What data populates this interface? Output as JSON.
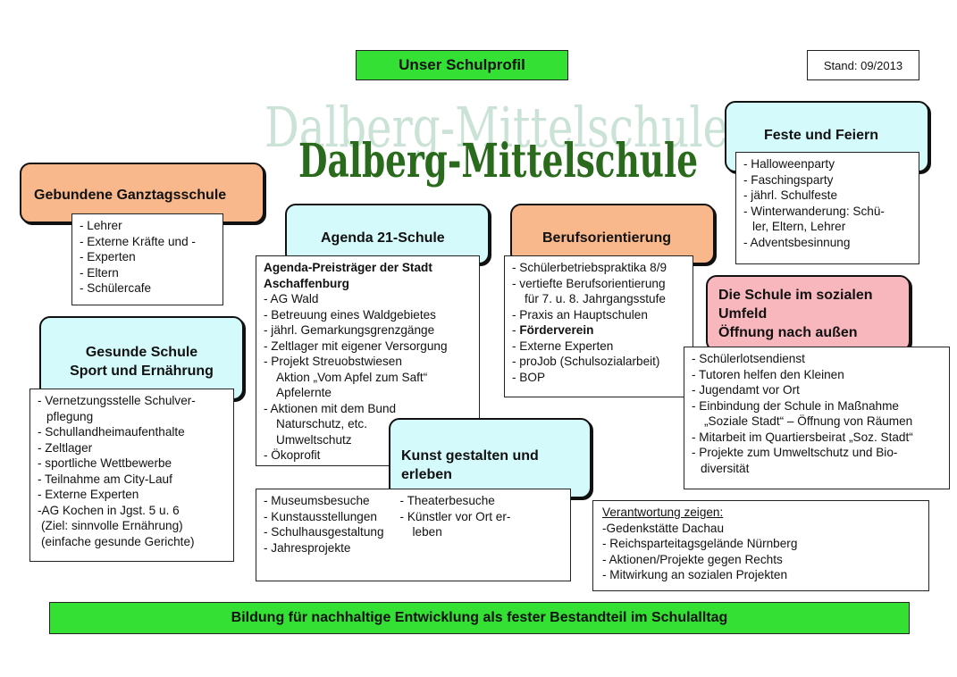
{
  "header": {
    "schulprofil": "Unser Schulprofil",
    "stand": "Stand: 09/2013",
    "title_shadow": "Dalberg-Mittelschule",
    "title": "Dalberg-Mittelschule"
  },
  "ganztag": {
    "heading": "Gebundene Ganztagsschule",
    "items": [
      "- Lehrer",
      "- Externe Kräfte und -",
      "- Experten",
      "- Eltern",
      "- Schülercafe"
    ]
  },
  "agenda": {
    "heading": "Agenda 21-Schule",
    "lead1": "Agenda-Preisträger der Stadt",
    "lead2": "Aschaffenburg",
    "items": [
      "- AG Wald",
      "- Betreuung eines Waldgebietes",
      "- jährl. Gemarkungsgrenzgänge",
      "- Zeltlager mit eigener Versorgung",
      "- Projekt Streuobstwiesen",
      "Aktion „Vom Apfel zum Saft“",
      "Apfelernte",
      "- Aktionen mit dem Bund",
      "Naturschutz, etc.",
      "Umweltschutz",
      "- Ökoprofit"
    ]
  },
  "beruf": {
    "heading": "Berufsorientierung",
    "items": [
      "- Schülerbetriebspraktika 8/9",
      "- vertiefte Berufsorientierung",
      "für 7. u. 8. Jahrgangsstufe",
      "- Praxis an Hauptschulen",
      "- ",
      "Förderverein",
      "- Externe Experten",
      "- proJob (Schulsozialarbeit)",
      "- BOP"
    ]
  },
  "feste": {
    "heading": "Feste und Feiern",
    "items": [
      "- Halloweenparty",
      "- Faschingsparty",
      "- jährl. Schulfeste",
      "- Winterwanderung: Schü-",
      "ler, Eltern, Lehrer",
      "- Adventsbesinnung"
    ]
  },
  "gesund": {
    "heading1": "Gesunde Schule",
    "heading2": "Sport und Ernährung",
    "items": [
      "- Vernetzungsstelle Schulver-",
      "pflegung",
      "- Schullandheimaufenthalte",
      "- Zeltlager",
      "- sportliche Wettbewerbe",
      "- Teilnahme am City-Lauf",
      "- Externe Experten",
      "-AG Kochen in Jgst. 5 u. 6",
      "(Ziel: sinnvolle Ernährung)",
      "(einfache gesunde Gerichte)"
    ]
  },
  "sozial": {
    "heading1": "Die Schule im sozialen",
    "heading2": "Umfeld",
    "heading3": "Öffnung nach außen",
    "items": [
      "- Schülerlotsendienst",
      "- Tutoren helfen den Kleinen",
      "- Jugendamt vor Ort",
      "- Einbindung der Schule in Maßnahme",
      "„Soziale Stadt“ – Öffnung von Räumen",
      "- Mitarbeit im Quartiersbeirat „Soz. Stadt“",
      "- Projekte zum Umweltschutz und Bio-",
      "diversität"
    ]
  },
  "kunst": {
    "heading1": "Kunst gestalten und",
    "heading2": "erleben",
    "left": [
      "- Museumsbesuche",
      "- Kunstausstellungen",
      "- Schulhausgestaltung",
      "- Jahresprojekte"
    ],
    "right": [
      "- Theaterbesuche",
      "- Künstler vor Ort er-",
      "leben"
    ]
  },
  "verantwortung": {
    "heading": "Verantwortung zeigen:",
    "items": [
      "-Gedenkstätte Dachau",
      "- Reichsparteitagsgelände Nürnberg",
      "- Aktionen/Projekte gegen Rechts",
      "- Mitwirkung an sozialen Projekten"
    ]
  },
  "footer": "Bildung für nachhaltige Entwicklung als fester Bestandteil im Schulalltag",
  "colors": {
    "green": "#33e033",
    "orange": "#f8b88b",
    "cyan": "#d4fafb",
    "pink": "#f7b7bc",
    "title": "#2a6a1c"
  }
}
